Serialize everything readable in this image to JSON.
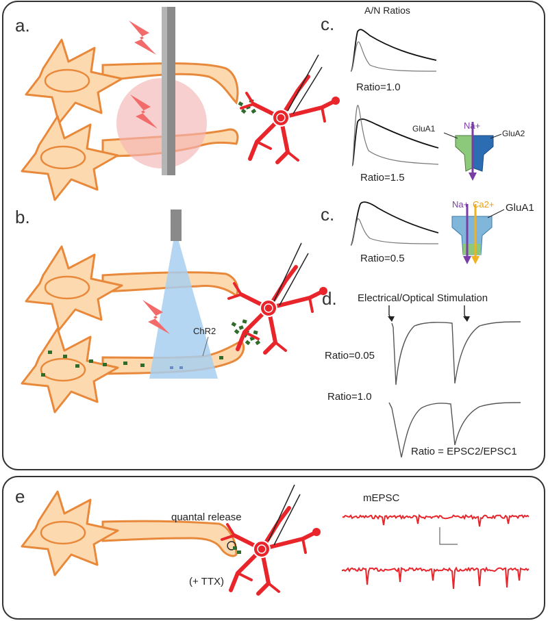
{
  "panel_letters": {
    "a": "a.",
    "b": "b.",
    "c_top": "c.",
    "c_bottom": "c.",
    "d": "d.",
    "e": "e"
  },
  "panel_c": {
    "title": "A/N Ratios",
    "ratio_top": "Ratio=1.0",
    "ratio_mid": "Ratio=1.5",
    "ratio_bottom": "Ratio=0.5",
    "glua1_label": "GluA1",
    "glua2_label": "GluA2",
    "na_label": "Na+",
    "na_label_2": "Na+",
    "ca_label": "Ca2+",
    "glua1_label_2": "GluA1"
  },
  "panel_b": {
    "chr2_label": "ChR2"
  },
  "panel_d": {
    "stim_label": "Electrical/Optical Stimulation",
    "ratio_top": "Ratio=0.05",
    "ratio_bottom": "Ratio=1.0",
    "formula": "Ratio = EPSC2/EPSC1"
  },
  "panel_e": {
    "quantal_label": "quantal release",
    "ttx_label": "(+ TTX)",
    "mepsc_label": "mEPSC"
  },
  "colors": {
    "neuron_fill": "#fdd9b0",
    "neuron_stroke": "#e8883a",
    "postsyn": "#e8252b",
    "vesicle": "#2f6b2a",
    "light_red": "#f26a6a",
    "glow": "#f5b5b5",
    "blue_cone": "#a8cff0",
    "glua1_green": "#8cc97a",
    "glua2_blue": "#2b6cb3",
    "na_purple": "#7a3da6",
    "ca_yellow": "#f2b21f"
  }
}
